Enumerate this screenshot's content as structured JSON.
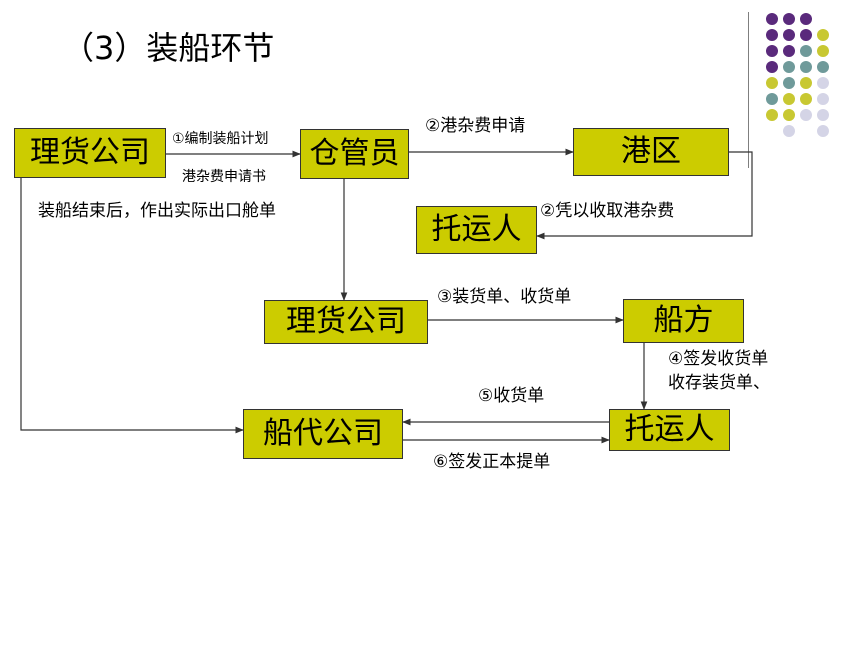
{
  "title": "（3）装船环节",
  "nodes": {
    "tally_company_1": "理货公司",
    "warehouse_keeper": "仓管员",
    "port_area": "港区",
    "shipper_1": "托运人",
    "tally_company_2": "理货公司",
    "carrier": "船方",
    "ship_agent": "船代公司",
    "shipper_2": "托运人"
  },
  "labels": {
    "plan": "①编制装船计划",
    "port_fee_book": "港杂费申请书",
    "after_loading": "装船结束后，作出实际出口舱单",
    "port_fee_apply": "②港杂费申请",
    "collect_fee": "②凭以收取港杂费",
    "loading_receipt": "③装货单、收货单",
    "sign_receipt_1": "④签发收货单",
    "sign_receipt_2": "收存装货单、",
    "mate_receipt": "⑤收货单",
    "issue_bl": "⑥签发正本提单"
  },
  "colors": {
    "box_fill": "#cccc00",
    "dot_purple": "#5a2a7c",
    "dot_teal": "#6f9a9a",
    "dot_olive": "#c8c832",
    "dot_lavender": "#d4d4e6"
  }
}
